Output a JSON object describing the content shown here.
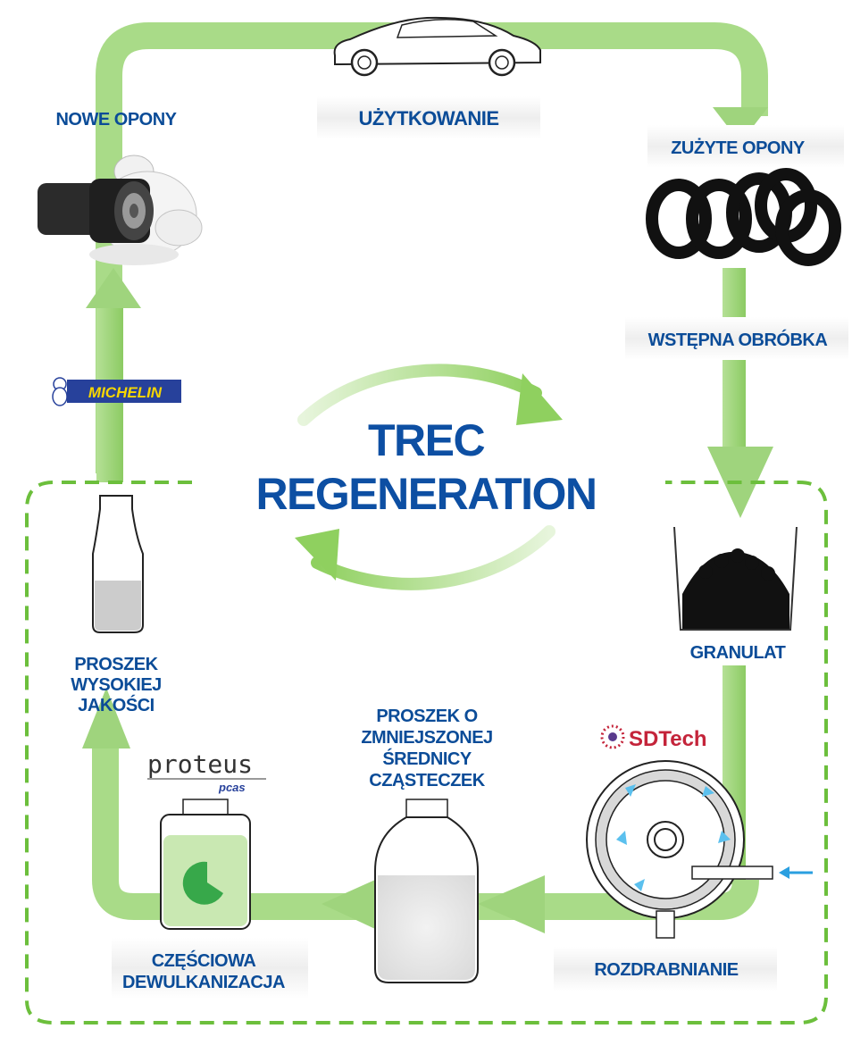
{
  "diagram": {
    "title_line1": "TREC",
    "title_line2": "REGENERATION",
    "stages": {
      "usage": "UŻYTKOWANIE",
      "worn_tires": "ZUŻYTE OPONY",
      "pretreatment": "WSTĘPNA OBRÓBKA",
      "granulate": "GRANULAT",
      "grinding": "ROZDRABNIANIE",
      "reduced_powder": [
        "PROSZEK O",
        "ZMNIEJSZONEJ",
        "ŚREDNICY",
        "CZĄSTECZEK"
      ],
      "devulcanization": [
        "CZĘŚCIOWA",
        "DEWULKANIZACJA"
      ],
      "hq_powder": [
        "PROSZEK",
        "WYSOKIEJ",
        "JAKOŚCI"
      ],
      "new_tires": "NOWE OPONY"
    },
    "logos": {
      "michelin": "MICHELIN",
      "sdtech": "SDTech",
      "proteus": "proteus",
      "pcas": "pcas"
    },
    "colors": {
      "flow_green": "#8fcf6a",
      "flow_green_light": "#c6e8ad",
      "label_blue": "#0b4c98",
      "title_blue": "#0d4fa3",
      "dashed_green": "#6cbf3c"
    },
    "icons": [
      "car-icon",
      "michelin-man-icon",
      "worn-tires-icon",
      "granulate-beaker-icon",
      "grinder-icon",
      "jar-icon",
      "canister-icon",
      "bottle-icon"
    ]
  }
}
